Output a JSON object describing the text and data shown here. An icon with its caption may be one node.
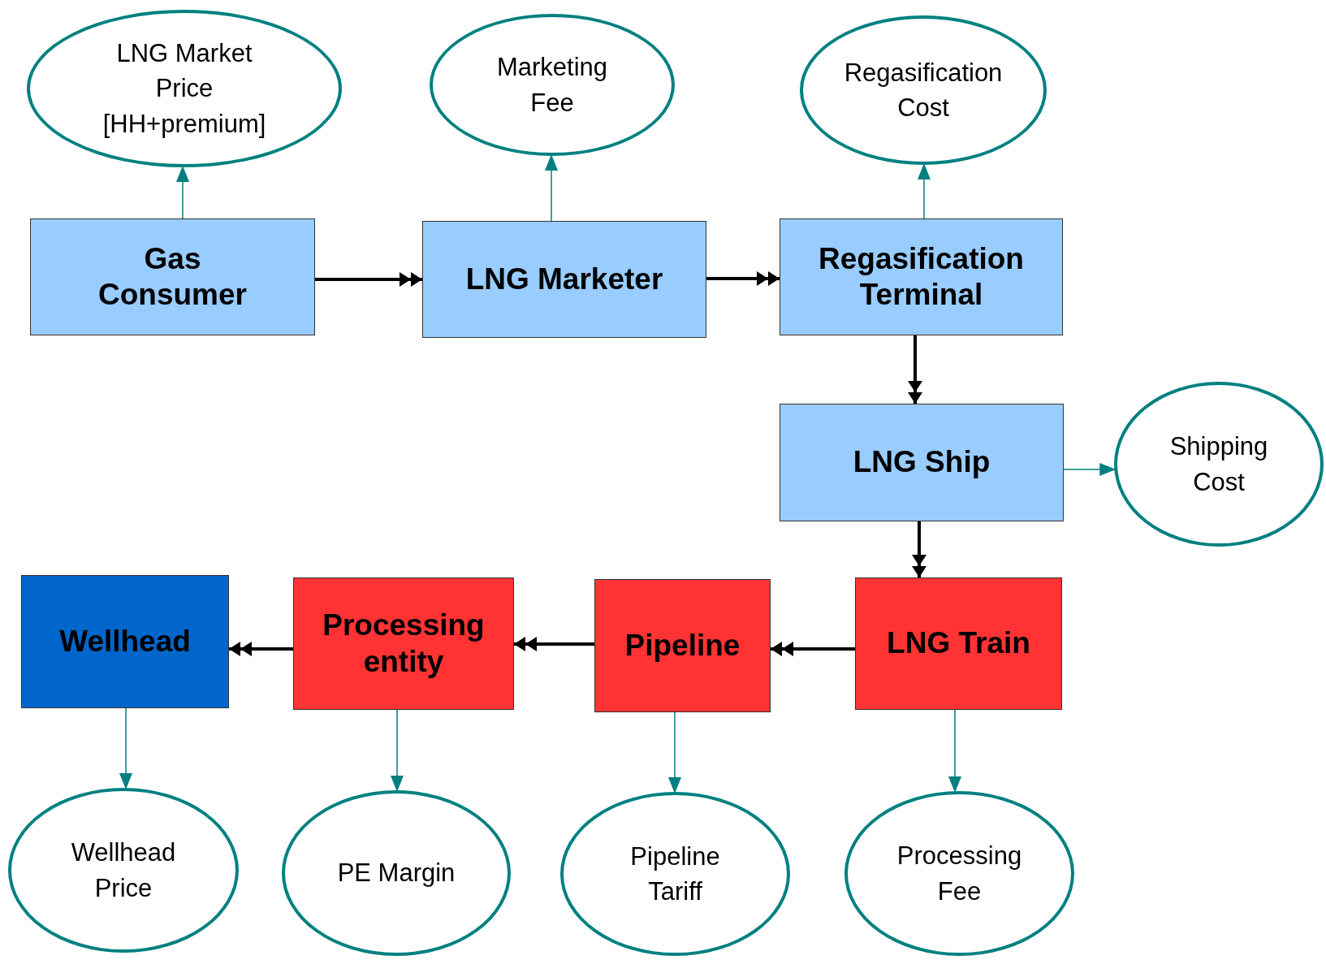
{
  "diagram": {
    "nodes": [
      {
        "text": [
          "LNG Market Price [HH+premium]"
        ]
      },
      {
        "text": [
          "Marketing Fee"
        ]
      },
      {
        "text": [
          "Regasification Cost"
        ]
      },
      {
        "text": [
          "Gas Consumer"
        ]
      },
      {
        "text": [
          "LNG Marketer"
        ]
      },
      {
        "text": [
          "Regasification Terminal"
        ]
      },
      {
        "text": [
          "LNG Ship"
        ]
      },
      {
        "text": [
          "Shipping Cost"
        ]
      },
      {
        "text": [
          "Wellhead"
        ]
      },
      {
        "text": [
          "Processing entity"
        ]
      },
      {
        "text": [
          "Pipeline"
        ]
      },
      {
        "text": [
          "LNG Train"
        ]
      },
      {
        "text": [
          "Wellhead Price"
        ]
      },
      {
        "text": [
          "PE Margin"
        ]
      },
      {
        "text": [
          "Pipeline Tariff"
        ]
      },
      {
        "text": [
          "Processing Fee"
        ]
      }
    ],
    "edges": [
      {
        "from": 3,
        "to": 0,
        "arrow": "to"
      },
      {
        "from": 4,
        "to": 1,
        "arrow": "to"
      },
      {
        "from": 5,
        "to": 2,
        "arrow": "to"
      },
      {
        "from": 3,
        "to": 4,
        "arrow": "to",
        "style": "thick",
        "color": "#000000"
      },
      {
        "from": 4,
        "to": 5,
        "arrow": "to",
        "style": "thick",
        "color": "#000000"
      },
      {
        "from": 5,
        "to": 6,
        "arrow": "to",
        "style": "thick",
        "color": "#000000"
      },
      {
        "from": 6,
        "to": 7,
        "arrow": "to"
      },
      {
        "from": 6,
        "to": 11,
        "arrow": "to",
        "style": "thick",
        "color": "#000000"
      },
      {
        "from": 11,
        "to": 10,
        "arrow": "to",
        "style": "thick",
        "color": "#000000"
      },
      {
        "from": 10,
        "to": 9,
        "arrow": "to",
        "style": "thick",
        "color": "#000000"
      },
      {
        "from": 9,
        "to": 8,
        "arrow": "to",
        "style": "thick",
        "color": "#000000"
      },
      {
        "from": 8,
        "to": 12,
        "arrow": "to"
      },
      {
        "from": 9,
        "to": 13,
        "arrow": "to"
      },
      {
        "from": 10,
        "to": 14,
        "arrow": "to"
      },
      {
        "from": 11,
        "to": 15,
        "arrow": "to"
      }
    ]
  }
}
